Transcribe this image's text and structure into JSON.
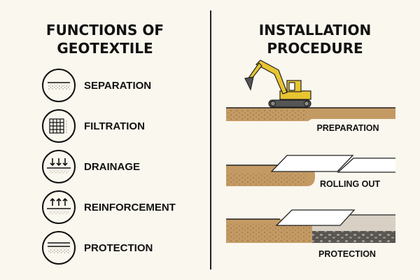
{
  "left": {
    "title_line1": "FUNCTIONS OF",
    "title_line2": "GEOTEXTILE",
    "functions": [
      {
        "label": "SEPARATION",
        "icon": "separation-icon"
      },
      {
        "label": "FILTRATION",
        "icon": "filtration-icon"
      },
      {
        "label": "DRAINAGE",
        "icon": "drainage-icon"
      },
      {
        "label": "REINFORCEMENT",
        "icon": "reinforcement-icon"
      },
      {
        "label": "PROTECTION",
        "icon": "protection-icon"
      }
    ]
  },
  "right": {
    "title_line1": "INSTALLATION",
    "title_line2": "PROCEDURE",
    "steps": [
      {
        "label": "PREPARATION"
      },
      {
        "label": "ROLLING OUT"
      },
      {
        "label": "PROTECTION"
      }
    ]
  },
  "colors": {
    "background": "#faf7ee",
    "soil": "#c49a64",
    "excavator": "#e8c531",
    "gravel": "#8a857d",
    "fill_layer": "#d8d0c4"
  }
}
